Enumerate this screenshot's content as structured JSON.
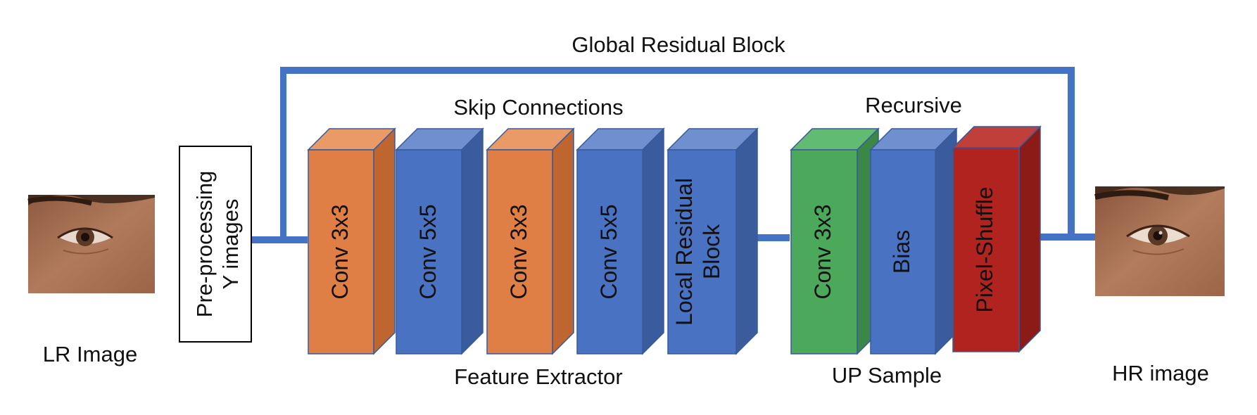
{
  "title": "Global Residual Block",
  "labels": {
    "skip": "Skip Connections",
    "recursive": "Recursive",
    "feature": "Feature Extractor",
    "upsample": "UP Sample",
    "lr": "LR Image",
    "hr": "HR image"
  },
  "preprocess": {
    "line1": "Pre-processing",
    "line2": "Y images"
  },
  "blocks": [
    {
      "line1": "Conv 3x3"
    },
    {
      "line1": "Conv 5x5"
    },
    {
      "line1": "Conv 3x3"
    },
    {
      "line1": "Conv 5x5"
    },
    {
      "line1": "Local Residual",
      "line2": "Block"
    },
    {
      "line1": "Conv 3x3"
    },
    {
      "line1": "Bias"
    },
    {
      "line1": "Pixel-Shuffle"
    }
  ],
  "colors": {
    "connector": "#4472C4",
    "orange": "#E07F45",
    "blue": "#4A72C2",
    "green": "#4CA85A",
    "red": "#B0231E"
  }
}
